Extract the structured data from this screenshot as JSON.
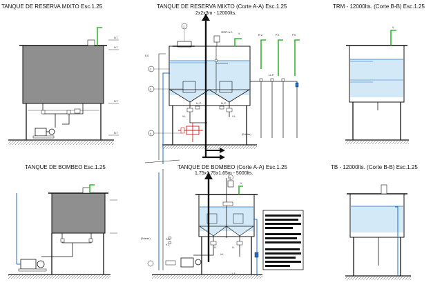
{
  "titles": {
    "t1": "TANQUE DE RESERVA MIXTO  Esc.1.25",
    "t2": "TANQUE DE RESERVA MIXTO (Corte A-A) Esc.1.25",
    "t2_sub": "2x2x3m - 12000lts.",
    "t3": "TRM - 12000lts. (Corte B-B) Esc.1.25",
    "t4": "TANQUE DE BOMBEO Esc.1.25",
    "t5": "TANQUE DE BOMBEO (Corte A-A) Esc.1.25",
    "t5_sub": "1,75x1,75x1,65m - 5000lts.",
    "t6": "TB - 12000lts. (Corte B-B) Esc.1.25"
  },
  "labels": {
    "vl": "V.L.",
    "ll": "LL",
    "llp": "LL.P.",
    "llf": "LL.F.",
    "bd": "B.D.",
    "ca": "C.A.",
    "vert_ac": "VERT. A.C.",
    "vent": "V.",
    "eq": "(Exterior)",
    "rv": "R.V.",
    "pv": "P.V.",
    "num1": "1",
    "num2": "2",
    "num3": "3",
    "num4": "4",
    "num5": "5"
  },
  "colors": {
    "water": "#d3e9f8",
    "water_line": "#1a6fc9",
    "tank_fill": "#909090",
    "green": "#2fb82f",
    "red": "#d01818",
    "ink": "#111111"
  }
}
